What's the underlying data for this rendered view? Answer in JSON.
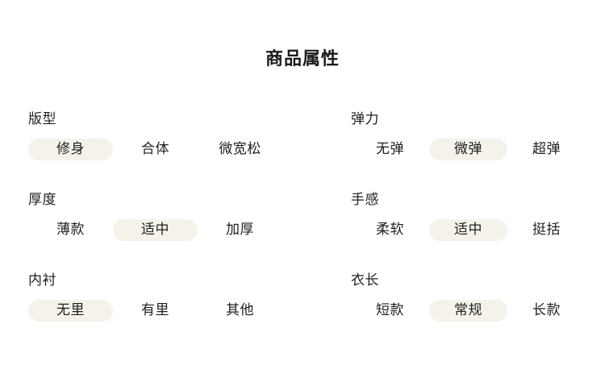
{
  "page": {
    "title": "商品属性",
    "background_color": "#ffffff",
    "text_color": "#1f1f1f",
    "selected_pill_color": "#f5f2ea"
  },
  "attributes": [
    {
      "id": "fit",
      "label": "版型",
      "column": "left",
      "row": 1,
      "options": [
        {
          "label": "修身",
          "selected": true
        },
        {
          "label": "合体",
          "selected": false
        },
        {
          "label": "微宽松",
          "selected": false
        }
      ]
    },
    {
      "id": "elasticity",
      "label": "弹力",
      "column": "right",
      "row": 1,
      "options": [
        {
          "label": "无弹",
          "selected": false
        },
        {
          "label": "微弹",
          "selected": true
        },
        {
          "label": "超弹",
          "selected": false
        }
      ]
    },
    {
      "id": "thickness",
      "label": "厚度",
      "column": "left",
      "row": 2,
      "options": [
        {
          "label": "薄款",
          "selected": false
        },
        {
          "label": "适中",
          "selected": true
        },
        {
          "label": "加厚",
          "selected": false
        }
      ]
    },
    {
      "id": "handfeel",
      "label": "手感",
      "column": "right",
      "row": 2,
      "options": [
        {
          "label": "柔软",
          "selected": false
        },
        {
          "label": "适中",
          "selected": true
        },
        {
          "label": "挺括",
          "selected": false
        }
      ]
    },
    {
      "id": "lining",
      "label": "内衬",
      "column": "left",
      "row": 3,
      "options": [
        {
          "label": "无里",
          "selected": true
        },
        {
          "label": "有里",
          "selected": false
        },
        {
          "label": "其他",
          "selected": false
        }
      ]
    },
    {
      "id": "length",
      "label": "衣长",
      "column": "right",
      "row": 3,
      "options": [
        {
          "label": "短款",
          "selected": false
        },
        {
          "label": "常规",
          "selected": true
        },
        {
          "label": "长款",
          "selected": false
        }
      ]
    }
  ]
}
